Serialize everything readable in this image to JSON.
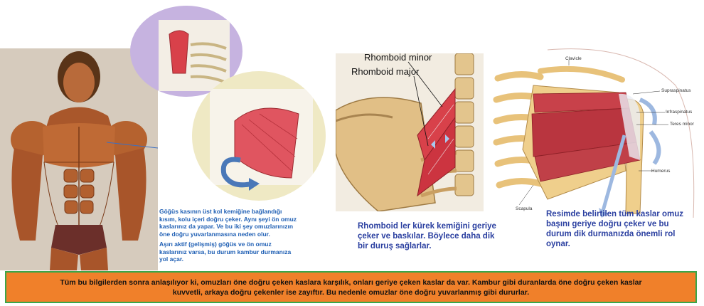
{
  "notes": {
    "left_para1": "Göğüs kasının üst kol kemiğine bağlandığı kısım, kolu içeri doğru çeker. Aynı şeyi ön omuz kaslarınız da yapar. Ve bu iki şey omuzlarınızın öne doğru yuvarlanmasına neden olur.",
    "left_para2": "Aşırı aktif (gelişmiş) göğüs ve ön omuz kaslarınız varsa, bu durum kambur durmanıza yol açar.",
    "middle": "Rhomboid ler kürek kemiğini geriye çeker ve baskılar. Böylece daha dik bir duruş sağlarlar.",
    "right": "Resimde belirtilen tüm kaslar omuz başını geriye doğru çeker ve bu durum dik durmanızda önemli rol oynar."
  },
  "rhomboid_labels": {
    "minor": "Rhomboid minor",
    "major": "Rhomboid major"
  },
  "shoulder_labels": {
    "clavicle": "Clavicle",
    "supraspinatus": "Supraspinatus",
    "infraspinatus": "Infraspinatus",
    "teres_minor": "Teres minor",
    "humerus": "Humerus",
    "scapula": "Scapula"
  },
  "banner": {
    "text": "Tüm bu bilgilerden sonra anlaşılıyor ki, omuzları öne doğru çeken kaslara karşılık, onları geriye çeken kaslar da var. Kambur gibi duranlarda öne doğru çeken kaslar kuvvetli, arkaya doğru çekenler ise zayıftır. Bu nedenle omuzlar öne doğru yuvarlanmış gibi dururlar."
  },
  "colors": {
    "banner_bg": "#f0802a",
    "banner_border": "#3aa64a",
    "note_blue": "#1f5fb4",
    "muscle_red": "#d8414a",
    "bone": "#e3c58d"
  }
}
